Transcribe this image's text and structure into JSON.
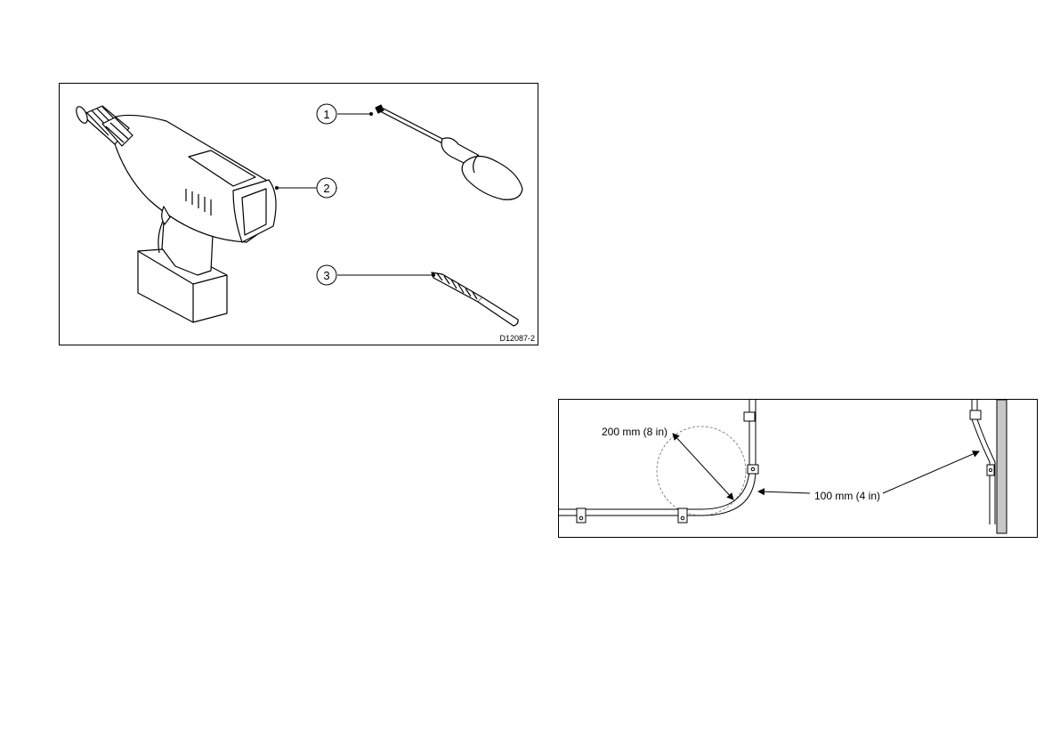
{
  "tools_figure": {
    "callouts": [
      "1",
      "2",
      "3"
    ],
    "reference": "D12087-2",
    "items": [
      "screwdriver-icon",
      "drill-icon",
      "drill-bit-icon"
    ]
  },
  "cable_figure": {
    "bend_radius_label": "200 mm (8 in)",
    "clip_spacing_label": "100 mm (4 in)"
  }
}
